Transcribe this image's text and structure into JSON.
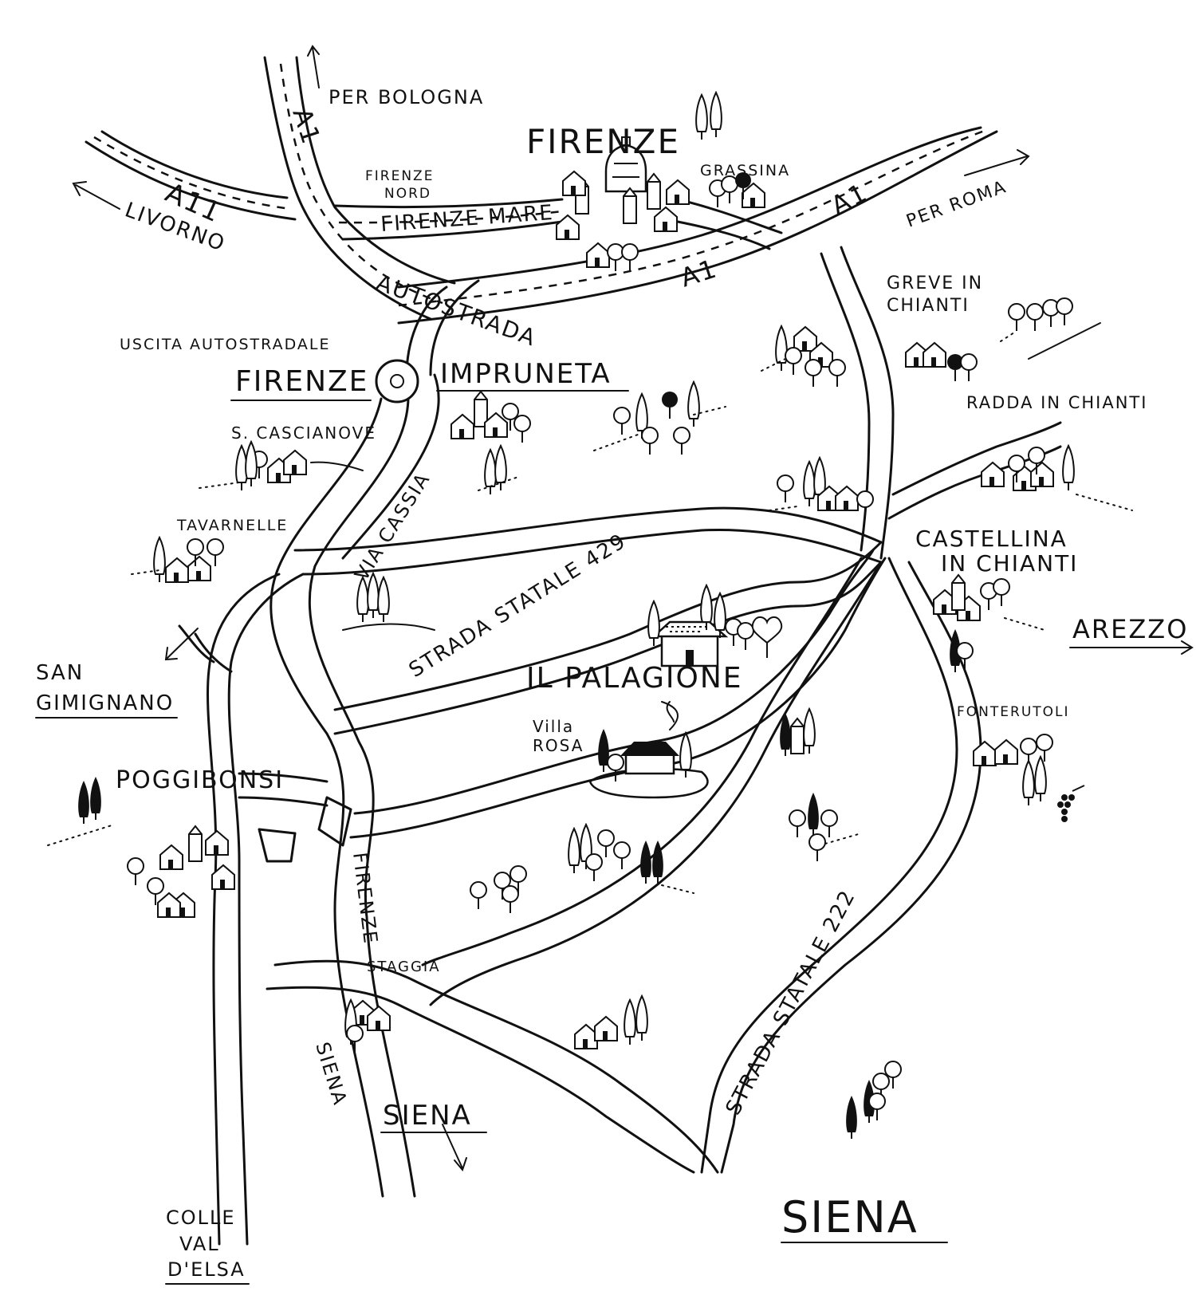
{
  "map": {
    "highways": {
      "a1_north": "A1",
      "a11": "A11",
      "a1_east": "A1",
      "a1_center": "A1",
      "autostrada": "AUTOSTRADA",
      "firenze_mare": "FIRENZE MARE"
    },
    "directions": {
      "bologna": "PER BOLOGNA",
      "livorno": "LIVORNO",
      "roma": "PER ROMA",
      "arezzo": "AREZZO",
      "san_gimignano_1": "SAN",
      "san_gimignano_2": "GIMIGNANO",
      "siena_small": "SIENA",
      "colle_1": "COLLE",
      "colle_2": "VAL",
      "colle_3": "D'ELSA"
    },
    "places": {
      "firenze": "FIRENZE",
      "firenze_nord_1": "FIRENZE",
      "firenze_nord_2": "NORD",
      "grassina": "GRASSINA",
      "greve_1": "GREVE IN",
      "greve_2": "CHIANTI",
      "uscita": "USCITA AUTOSTRADALE",
      "firenze_exit": "FIRENZE",
      "impruneta": "IMPRUNETA",
      "radda": "RADDA IN CHIANTI",
      "cascianove": "S. CASCIANOVE",
      "tavarnelle": "TAVARNELLE",
      "castellina_1": "CASTELLINA",
      "castellina_2": "IN CHIANTI",
      "palagione": "IL PALAGIONE",
      "villa_1": "Villa",
      "villa_2": "ROSA",
      "fonterutoli": "FONTERUTOLI",
      "poggibonsi": "POGGIBONSI",
      "staggia": "STAGGIA",
      "siena_big": "SIENA"
    },
    "roads": {
      "via_cassia": "VIA CASSIA",
      "ss429": "STRADA STATALE 429",
      "ss222": "STRADA STATALE 222",
      "firenze_siena_1": "FIRENZE",
      "firenze_siena_2": "SIENA"
    }
  }
}
